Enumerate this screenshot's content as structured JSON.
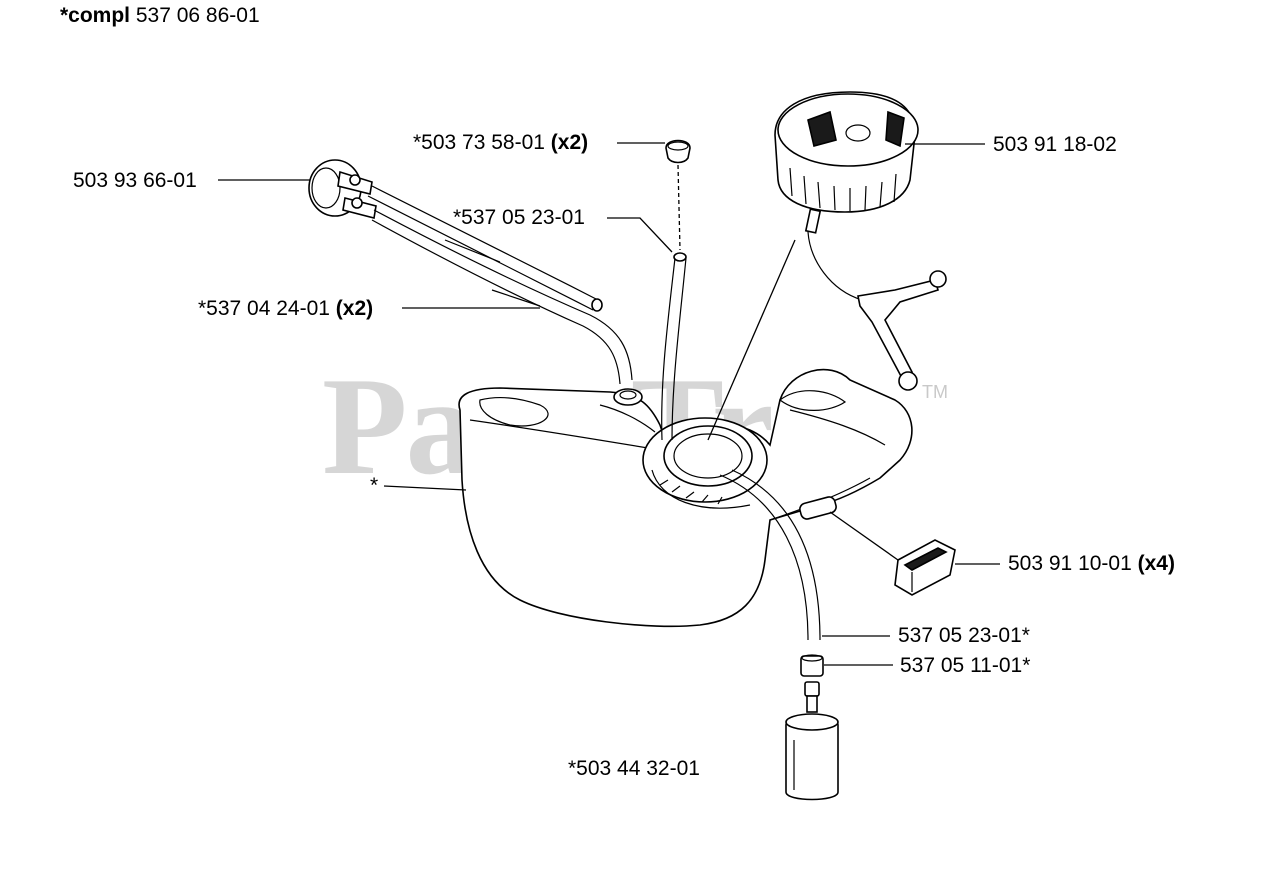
{
  "header": {
    "prefix": "*compl",
    "number": "537 06 86-01"
  },
  "watermark": {
    "text": "PartsTree",
    "mark": "TM"
  },
  "callouts": [
    {
      "id": "grommet",
      "number": "*503 73 58-01",
      "qty": "(x2)"
    },
    {
      "id": "fuel-cap",
      "number": "503 91 18-02",
      "qty": ""
    },
    {
      "id": "primer-bulb",
      "number": "503 93 66-01",
      "qty": ""
    },
    {
      "id": "return-hose",
      "number": "*537 05 23-01",
      "qty": ""
    },
    {
      "id": "fuel-hoses",
      "number": "*537 04 24-01",
      "qty": "(x2)"
    },
    {
      "id": "tank",
      "number": "*",
      "qty": ""
    },
    {
      "id": "rubber-mount",
      "number": "503 91 10-01",
      "qty": "(x4)"
    },
    {
      "id": "fuel-line",
      "number": "537 05 23-01*",
      "qty": ""
    },
    {
      "id": "connector",
      "number": "537 05 11-01*",
      "qty": ""
    },
    {
      "id": "fuel-filter",
      "number": "*503 44 32-01",
      "qty": ""
    }
  ],
  "colors": {
    "line": "#000000",
    "watermark": "#c9c9c9",
    "background": "#ffffff"
  }
}
